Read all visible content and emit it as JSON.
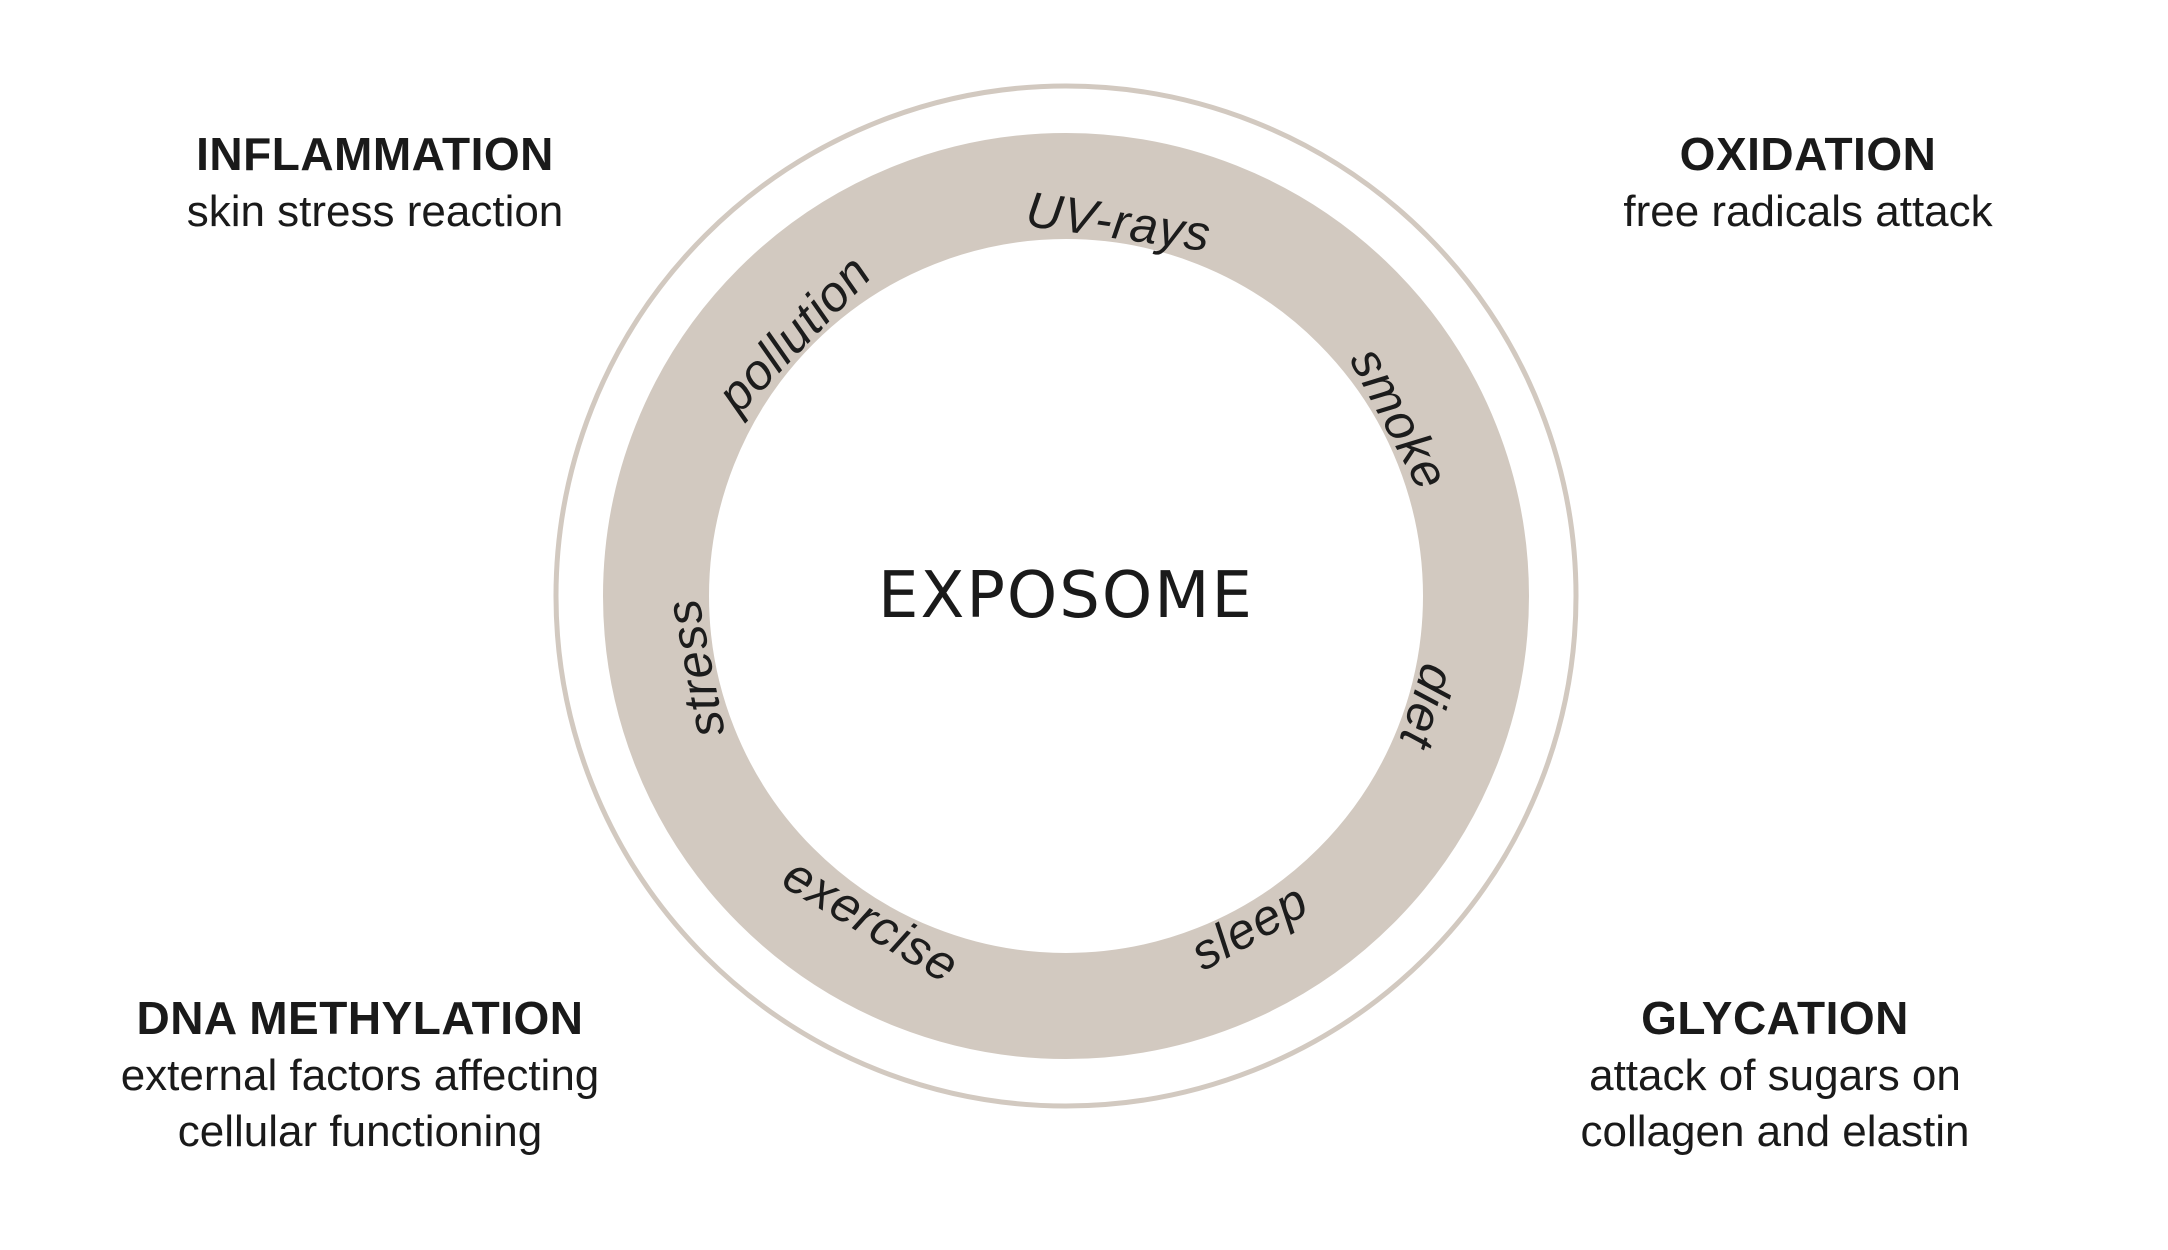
{
  "diagram": {
    "center_label": "EXPOSOME",
    "ring_color": "#d2c9c0",
    "text_color": "#1a1a1a",
    "factors": [
      {
        "label": "UV-rays"
      },
      {
        "label": "smoke"
      },
      {
        "label": "diet"
      },
      {
        "label": "sleep"
      },
      {
        "label": "exercise"
      },
      {
        "label": "stress"
      },
      {
        "label": "pollution"
      }
    ],
    "corners": {
      "top_left": {
        "title": "INFLAMMATION",
        "lines": [
          "skin stress reaction"
        ]
      },
      "top_right": {
        "title": "OXIDATION",
        "lines": [
          "free radicals attack"
        ]
      },
      "bottom_left": {
        "title": "DNA METHYLATION",
        "lines": [
          "external factors affecting",
          "cellular functioning"
        ]
      },
      "bottom_right": {
        "title": "GLYCATION",
        "lines": [
          "attack of sugars on",
          "collagen and elastin"
        ]
      }
    }
  }
}
